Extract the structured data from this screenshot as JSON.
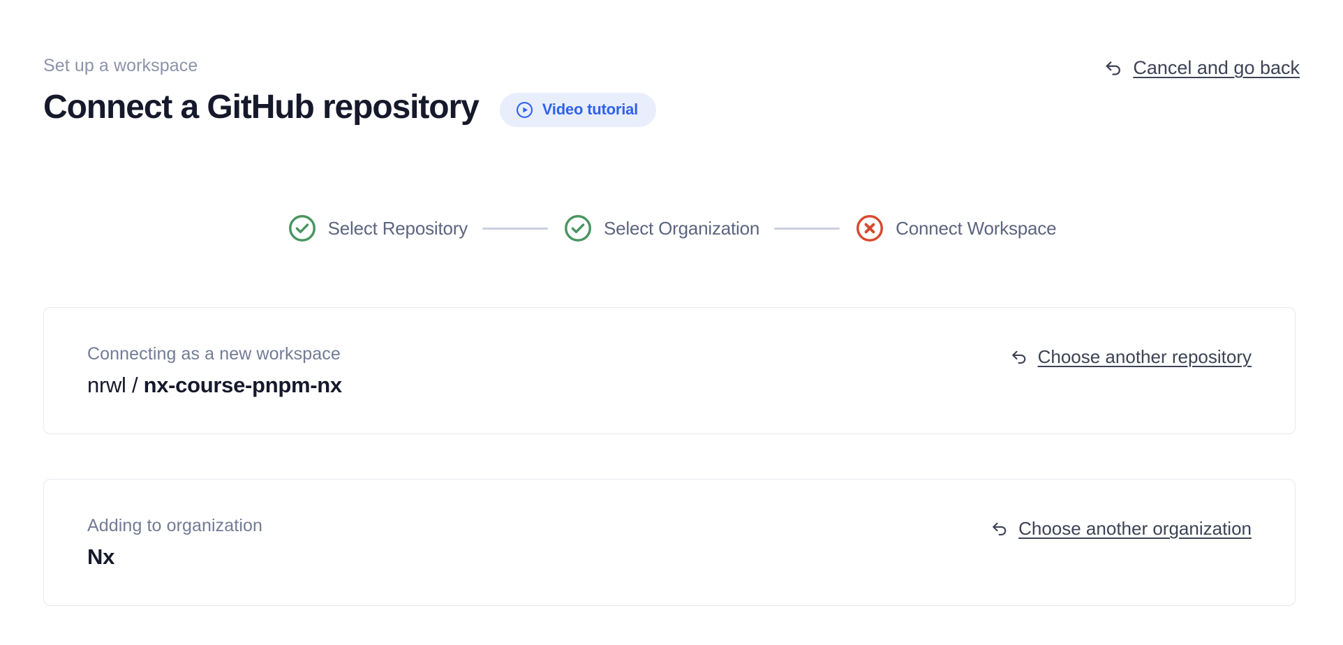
{
  "header": {
    "eyebrow": "Set up a workspace",
    "title": "Connect a GitHub repository",
    "video_badge": {
      "label": "Video tutorial",
      "icon": "play-circle-icon",
      "bg_color": "#e9eefc",
      "text_color": "#2f62ec"
    },
    "cancel_link": {
      "label": "Cancel and go back",
      "icon": "back-arrow-icon"
    }
  },
  "stepper": {
    "connector_color": "#c9d0de",
    "steps": [
      {
        "label": "Select Repository",
        "status": "complete",
        "icon": "check-circle-icon",
        "color": "#4a9560"
      },
      {
        "label": "Select Organization",
        "status": "complete",
        "icon": "check-circle-icon",
        "color": "#4a9560"
      },
      {
        "label": "Connect Workspace",
        "status": "error",
        "icon": "x-circle-icon",
        "color": "#d8492d"
      }
    ]
  },
  "cards": [
    {
      "name": "repository-card",
      "caption": "Connecting as a new workspace",
      "owner": "nrwl / ",
      "repo": "nx-course-pnpm-nx",
      "action": {
        "label": "Choose another repository",
        "icon": "back-arrow-icon"
      }
    },
    {
      "name": "organization-card",
      "caption": "Adding to organization",
      "owner": "",
      "repo": "Nx",
      "action": {
        "label": "Choose another organization",
        "icon": "back-arrow-icon"
      }
    }
  ]
}
